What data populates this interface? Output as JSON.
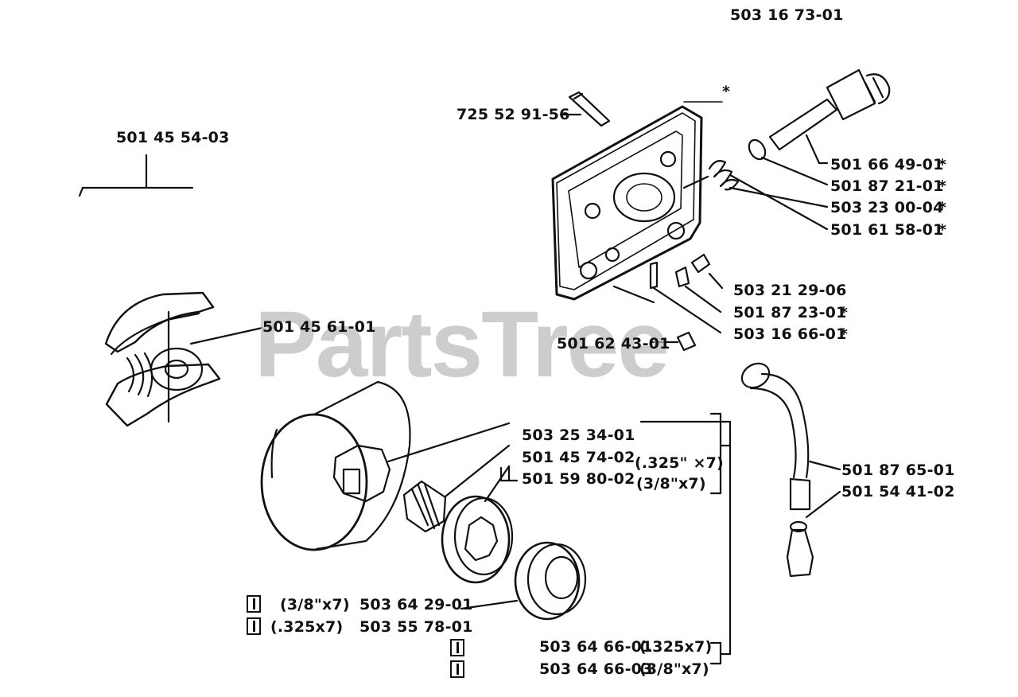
{
  "watermark": "PartsTree",
  "parts": {
    "p1": "503 16 73-01",
    "p2": "725 52 91-56",
    "p3": "501 45 54-03",
    "p4": "501 66 49-01",
    "p5": "501 87 21-01",
    "p6": "503 23 00-04",
    "p7": "501 61 58-01",
    "p8": "503 21 29-06",
    "p9": "501 87 23-01",
    "p10": "503 16 66-01",
    "p11": "501 62 43-01",
    "p12": "501 45 61-01",
    "p13": "503 25 34-01",
    "p14": "501 45 74-02",
    "p15": "501 59 80-02",
    "p16": "501 87 65-01",
    "p17": "501 54 41-02",
    "p18": "503 64 29-01",
    "p19": "503 55 78-01",
    "p20": "503 64 66-01",
    "p21": "503 64 66-03"
  },
  "specs": {
    "s1": "(.325\" ×7)",
    "s2": "(3/8\"x7)",
    "s3": "(3/8\"x7)",
    "s4": "(.325x7)",
    "s5": "(.325x7)",
    "s6": "(3/8\"x7)"
  },
  "star": "*"
}
